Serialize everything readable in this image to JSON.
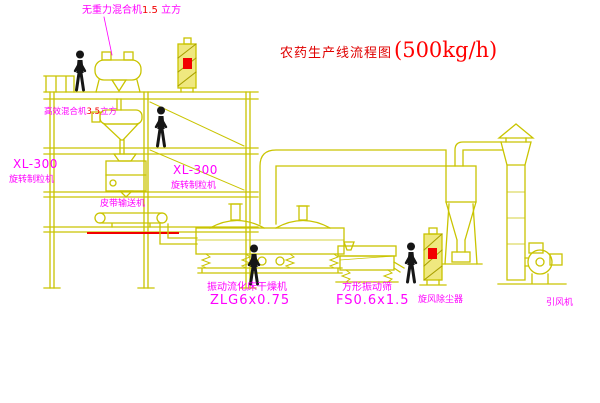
{
  "title": {
    "text": "农药生产线流程图",
    "capacity": "(500kg/h)"
  },
  "equipment_labels": {
    "gravity_mixer": {
      "name": "无重力混合机",
      "num": "1.5",
      "unit": "立方"
    },
    "high_mixer": {
      "name": "高效混合机",
      "num": "3.5",
      "unit": "立方"
    },
    "granulator_left": {
      "model": "XL-300",
      "name": "旋转制粒机"
    },
    "granulator_right": {
      "model": "XL-300",
      "name": "旋转制粒机"
    },
    "belt_conveyor": "皮带输送机",
    "dryer": {
      "name": "振动流化床干燥机",
      "model": "ZLG6x0.75"
    },
    "sieve": {
      "name": "方形振动筛",
      "model": "FS0.6x1.5"
    },
    "cyclone": "旋风除尘器",
    "induced_fan": "引风机"
  },
  "colors": {
    "line": "#c9c400",
    "label": "#ff00ff",
    "accent_red": "#f20000",
    "title_red": "#e00000",
    "figure": "#161616",
    "background": "#ffffff"
  }
}
